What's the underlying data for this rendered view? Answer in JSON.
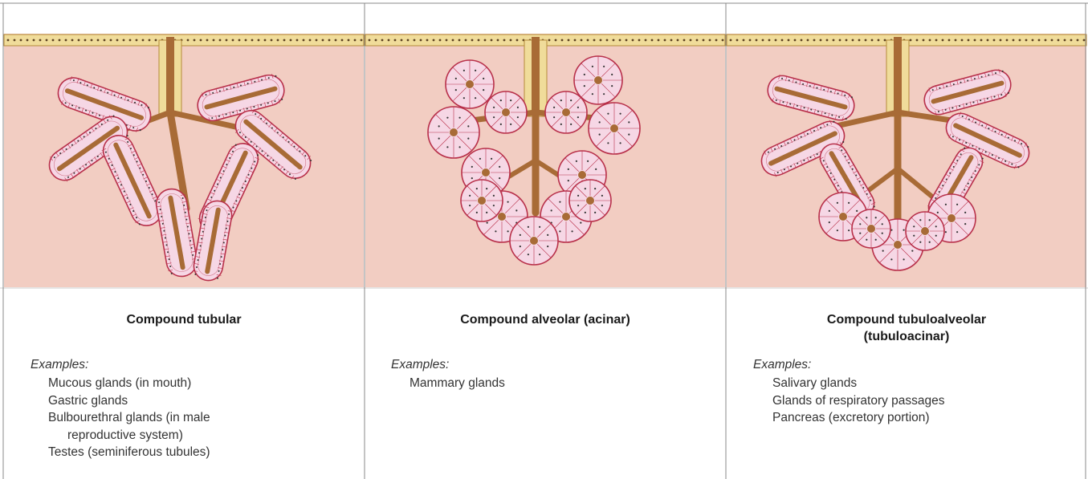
{
  "panels": [
    {
      "title": "Compound tubular",
      "examples_label": "Examples:",
      "examples": [
        {
          "text": "Mucous glands (in mouth)"
        },
        {
          "text": "Gastric glands"
        },
        {
          "text": "Bulbourethral glands (in male"
        },
        {
          "text": "reproductive system)",
          "sub": true
        },
        {
          "text": "Testes (seminiferous tubules)"
        }
      ]
    },
    {
      "title": "Compound alveolar (acinar)",
      "examples_label": "Examples:",
      "examples": [
        {
          "text": "Mammary glands"
        }
      ]
    },
    {
      "title": "Compound tubuloalveolar",
      "title_line2": "(tubuloacinar)",
      "examples_label": "Examples:",
      "examples": [
        {
          "text": "Salivary glands"
        },
        {
          "text": "Glands of respiratory passages"
        },
        {
          "text": "Pancreas (excretory portion)"
        }
      ]
    }
  ],
  "colors": {
    "tissue": "#f2cdc2",
    "epithelium": "#f0dc9a",
    "duct": "#a86b36",
    "secretory_cell": "#f6d7e5",
    "cell_outline": "#b8304a",
    "frame": "#888888"
  }
}
